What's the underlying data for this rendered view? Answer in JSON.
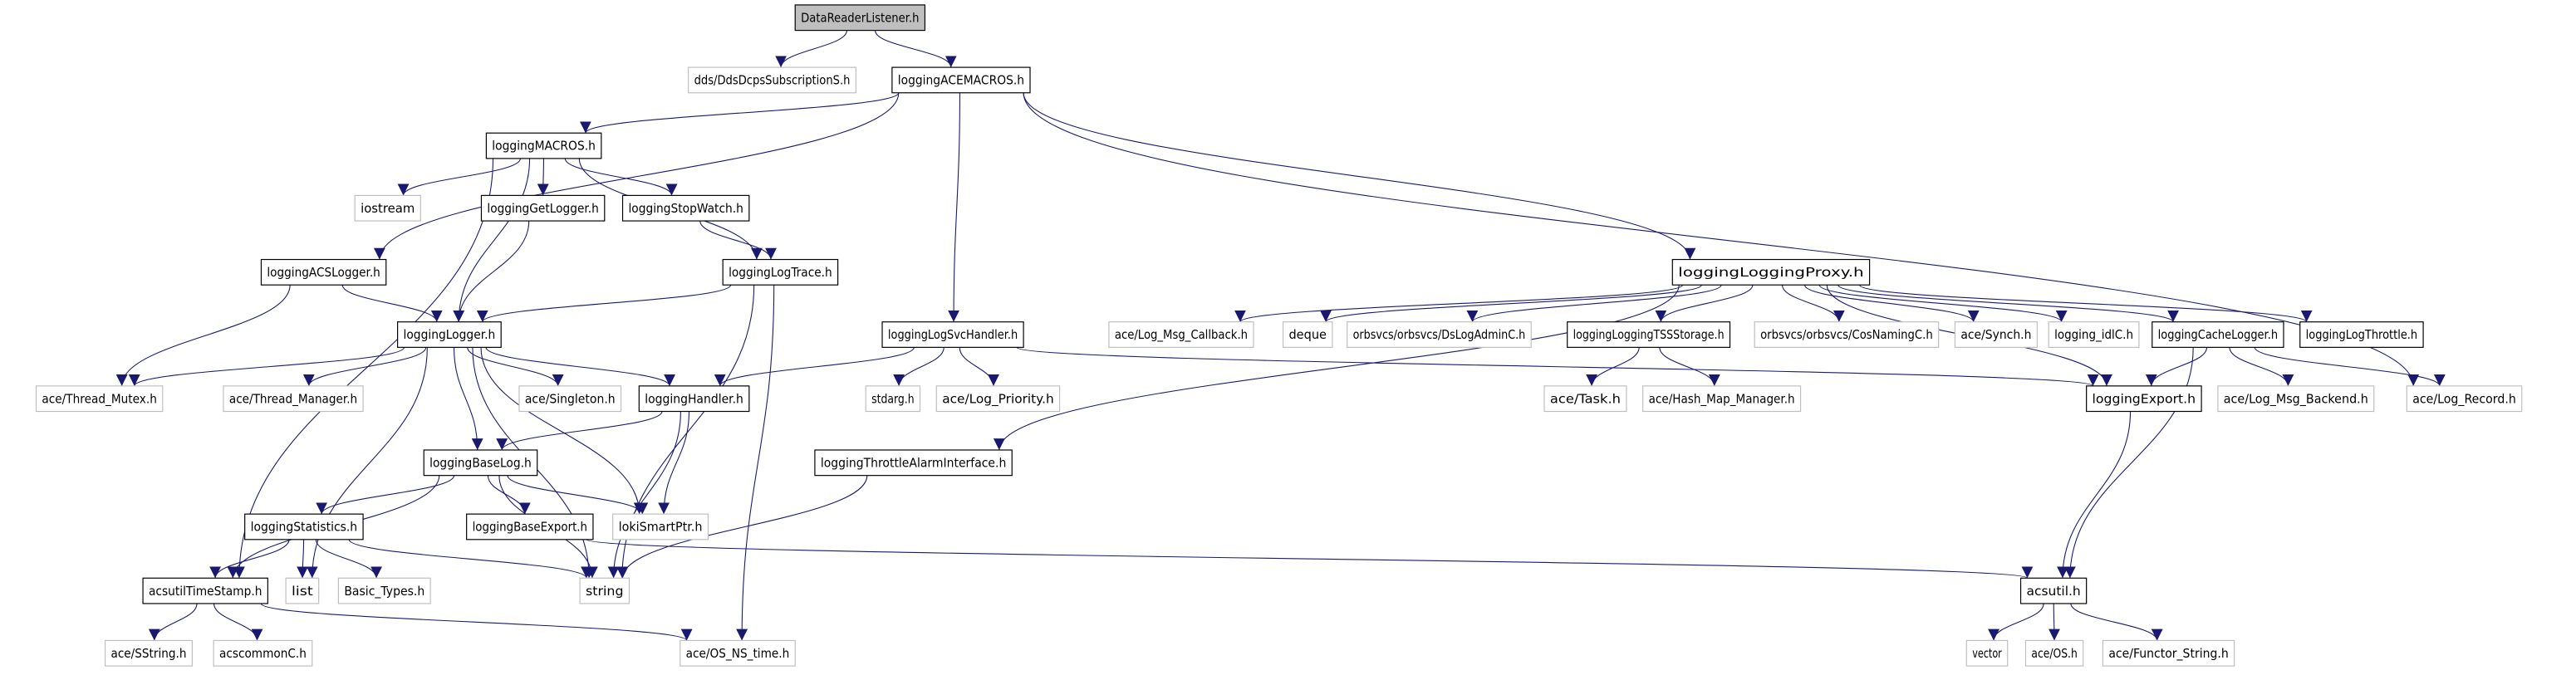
{
  "graph": {
    "edge_color": "#191970",
    "root_fill": "#bfbfbf",
    "nodes": [
      {
        "id": "DataReaderListener",
        "label": "DataReaderListener.h",
        "kind": "root"
      },
      {
        "id": "dds",
        "label": "dds/DdsDcpsSubscriptionS.h",
        "kind": "ext"
      },
      {
        "id": "ACEMACROS",
        "label": "loggingACEMACROS.h",
        "kind": "doc"
      },
      {
        "id": "MACROS",
        "label": "loggingMACROS.h",
        "kind": "doc"
      },
      {
        "id": "iostream",
        "label": "iostream",
        "kind": "ext"
      },
      {
        "id": "GetLogger",
        "label": "loggingGetLogger.h",
        "kind": "doc"
      },
      {
        "id": "StopWatch",
        "label": "loggingStopWatch.h",
        "kind": "doc"
      },
      {
        "id": "ACSLogger",
        "label": "loggingACSLogger.h",
        "kind": "doc"
      },
      {
        "id": "LogTrace",
        "label": "loggingLogTrace.h",
        "kind": "doc"
      },
      {
        "id": "LoggingProxy",
        "label": "loggingLoggingProxy.h",
        "kind": "doc"
      },
      {
        "id": "Logger",
        "label": "loggingLogger.h",
        "kind": "doc"
      },
      {
        "id": "LogSvcHandler",
        "label": "loggingLogSvcHandler.h",
        "kind": "doc"
      },
      {
        "id": "LogMsgCallback",
        "label": "ace/Log_Msg_Callback.h",
        "kind": "ext"
      },
      {
        "id": "deque",
        "label": "deque",
        "kind": "ext"
      },
      {
        "id": "DsLogAdminC",
        "label": "orbsvcs/orbsvcs/DsLogAdminC.h",
        "kind": "ext"
      },
      {
        "id": "TSSStorage",
        "label": "loggingLoggingTSSStorage.h",
        "kind": "doc"
      },
      {
        "id": "CosNamingC",
        "label": "orbsvcs/orbsvcs/CosNamingC.h",
        "kind": "ext"
      },
      {
        "id": "Synch",
        "label": "ace/Synch.h",
        "kind": "ext"
      },
      {
        "id": "idlC",
        "label": "logging_idlC.h",
        "kind": "ext"
      },
      {
        "id": "CacheLogger",
        "label": "loggingCacheLogger.h",
        "kind": "doc"
      },
      {
        "id": "LogThrottle",
        "label": "loggingLogThrottle.h",
        "kind": "doc"
      },
      {
        "id": "ThreadMutex",
        "label": "ace/Thread_Mutex.h",
        "kind": "ext"
      },
      {
        "id": "ThreadManager",
        "label": "ace/Thread_Manager.h",
        "kind": "ext"
      },
      {
        "id": "Singleton",
        "label": "ace/Singleton.h",
        "kind": "ext"
      },
      {
        "id": "Handler",
        "label": "loggingHandler.h",
        "kind": "doc"
      },
      {
        "id": "stdarg",
        "label": "stdarg.h",
        "kind": "ext"
      },
      {
        "id": "LogPriority",
        "label": "ace/Log_Priority.h",
        "kind": "ext"
      },
      {
        "id": "Task",
        "label": "ace/Task.h",
        "kind": "ext"
      },
      {
        "id": "HashMap",
        "label": "ace/Hash_Map_Manager.h",
        "kind": "ext"
      },
      {
        "id": "Export",
        "label": "loggingExport.h",
        "kind": "doc"
      },
      {
        "id": "LogMsgBackend",
        "label": "ace/Log_Msg_Backend.h",
        "kind": "ext"
      },
      {
        "id": "LogRecord",
        "label": "ace/Log_Record.h",
        "kind": "ext"
      },
      {
        "id": "BaseLog",
        "label": "loggingBaseLog.h",
        "kind": "doc"
      },
      {
        "id": "ThrottleAlarm",
        "label": "loggingThrottleAlarmInterface.h",
        "kind": "doc"
      },
      {
        "id": "Statistics",
        "label": "loggingStatistics.h",
        "kind": "doc"
      },
      {
        "id": "BaseExport",
        "label": "loggingBaseExport.h",
        "kind": "doc"
      },
      {
        "id": "loki",
        "label": "lokiSmartPtr.h",
        "kind": "ext"
      },
      {
        "id": "TimeStamp",
        "label": "acsutilTimeStamp.h",
        "kind": "doc"
      },
      {
        "id": "list",
        "label": "list",
        "kind": "ext"
      },
      {
        "id": "BasicTypes",
        "label": "Basic_Types.h",
        "kind": "ext"
      },
      {
        "id": "string",
        "label": "string",
        "kind": "ext"
      },
      {
        "id": "acsutil",
        "label": "acsutil.h",
        "kind": "doc"
      },
      {
        "id": "SString",
        "label": "ace/SString.h",
        "kind": "ext"
      },
      {
        "id": "acscommonC",
        "label": "acscommonC.h",
        "kind": "ext"
      },
      {
        "id": "OSNStime",
        "label": "ace/OS_NS_time.h",
        "kind": "ext"
      },
      {
        "id": "vector",
        "label": "vector",
        "kind": "ext"
      },
      {
        "id": "OS",
        "label": "ace/OS.h",
        "kind": "ext"
      },
      {
        "id": "FunctorString",
        "label": "ace/Functor_String.h",
        "kind": "ext"
      }
    ],
    "edges": [
      [
        "DataReaderListener",
        "dds"
      ],
      [
        "DataReaderListener",
        "ACEMACROS"
      ],
      [
        "ACEMACROS",
        "MACROS"
      ],
      [
        "ACEMACROS",
        "ACSLogger"
      ],
      [
        "ACEMACROS",
        "LogSvcHandler"
      ],
      [
        "ACEMACROS",
        "LoggingProxy"
      ],
      [
        "ACEMACROS",
        "LogRecord"
      ],
      [
        "MACROS",
        "TimeStamp"
      ],
      [
        "MACROS",
        "iostream"
      ],
      [
        "MACROS",
        "Logger"
      ],
      [
        "MACROS",
        "GetLogger"
      ],
      [
        "MACROS",
        "StopWatch"
      ],
      [
        "MACROS",
        "LogTrace"
      ],
      [
        "GetLogger",
        "Logger"
      ],
      [
        "StopWatch",
        "LogTrace"
      ],
      [
        "ACSLogger",
        "Logger"
      ],
      [
        "ACSLogger",
        "ThreadMutex"
      ],
      [
        "LogTrace",
        "Logger"
      ],
      [
        "LogTrace",
        "string"
      ],
      [
        "LogTrace",
        "OSNStime"
      ],
      [
        "Logger",
        "ThreadMutex"
      ],
      [
        "Logger",
        "ThreadManager"
      ],
      [
        "Logger",
        "Singleton"
      ],
      [
        "Logger",
        "Handler"
      ],
      [
        "Logger",
        "BaseLog"
      ],
      [
        "Logger",
        "loki"
      ],
      [
        "Logger",
        "string"
      ],
      [
        "Logger",
        "list"
      ],
      [
        "LogSvcHandler",
        "Handler"
      ],
      [
        "LogSvcHandler",
        "stdarg"
      ],
      [
        "LogSvcHandler",
        "LogPriority"
      ],
      [
        "LogSvcHandler",
        "Export"
      ],
      [
        "LoggingProxy",
        "LogMsgCallback"
      ],
      [
        "LoggingProxy",
        "deque"
      ],
      [
        "LoggingProxy",
        "DsLogAdminC"
      ],
      [
        "LoggingProxy",
        "TSSStorage"
      ],
      [
        "LoggingProxy",
        "CosNamingC"
      ],
      [
        "LoggingProxy",
        "Synch"
      ],
      [
        "LoggingProxy",
        "idlC"
      ],
      [
        "LoggingProxy",
        "CacheLogger"
      ],
      [
        "LoggingProxy",
        "LogThrottle"
      ],
      [
        "LoggingProxy",
        "Export"
      ],
      [
        "LoggingProxy",
        "ThrottleAlarm"
      ],
      [
        "TSSStorage",
        "Task"
      ],
      [
        "TSSStorage",
        "HashMap"
      ],
      [
        "CacheLogger",
        "acsutil"
      ],
      [
        "CacheLogger",
        "Export"
      ],
      [
        "CacheLogger",
        "LogMsgBackend"
      ],
      [
        "CacheLogger",
        "LogRecord"
      ],
      [
        "Handler",
        "BaseLog"
      ],
      [
        "Handler",
        "loki"
      ],
      [
        "Handler",
        "string"
      ],
      [
        "BaseLog",
        "Statistics"
      ],
      [
        "BaseLog",
        "BaseExport"
      ],
      [
        "BaseLog",
        "loki"
      ],
      [
        "BaseLog",
        "string"
      ],
      [
        "BaseLog",
        "TimeStamp"
      ],
      [
        "ThrottleAlarm",
        "string"
      ],
      [
        "Statistics",
        "TimeStamp"
      ],
      [
        "Statistics",
        "list"
      ],
      [
        "Statistics",
        "BasicTypes"
      ],
      [
        "Statistics",
        "string"
      ],
      [
        "BaseExport",
        "acsutil"
      ],
      [
        "Export",
        "acsutil"
      ],
      [
        "TimeStamp",
        "SString"
      ],
      [
        "TimeStamp",
        "acscommonC"
      ],
      [
        "TimeStamp",
        "OSNStime"
      ],
      [
        "acsutil",
        "vector"
      ],
      [
        "acsutil",
        "OS"
      ],
      [
        "acsutil",
        "FunctorString"
      ]
    ]
  }
}
